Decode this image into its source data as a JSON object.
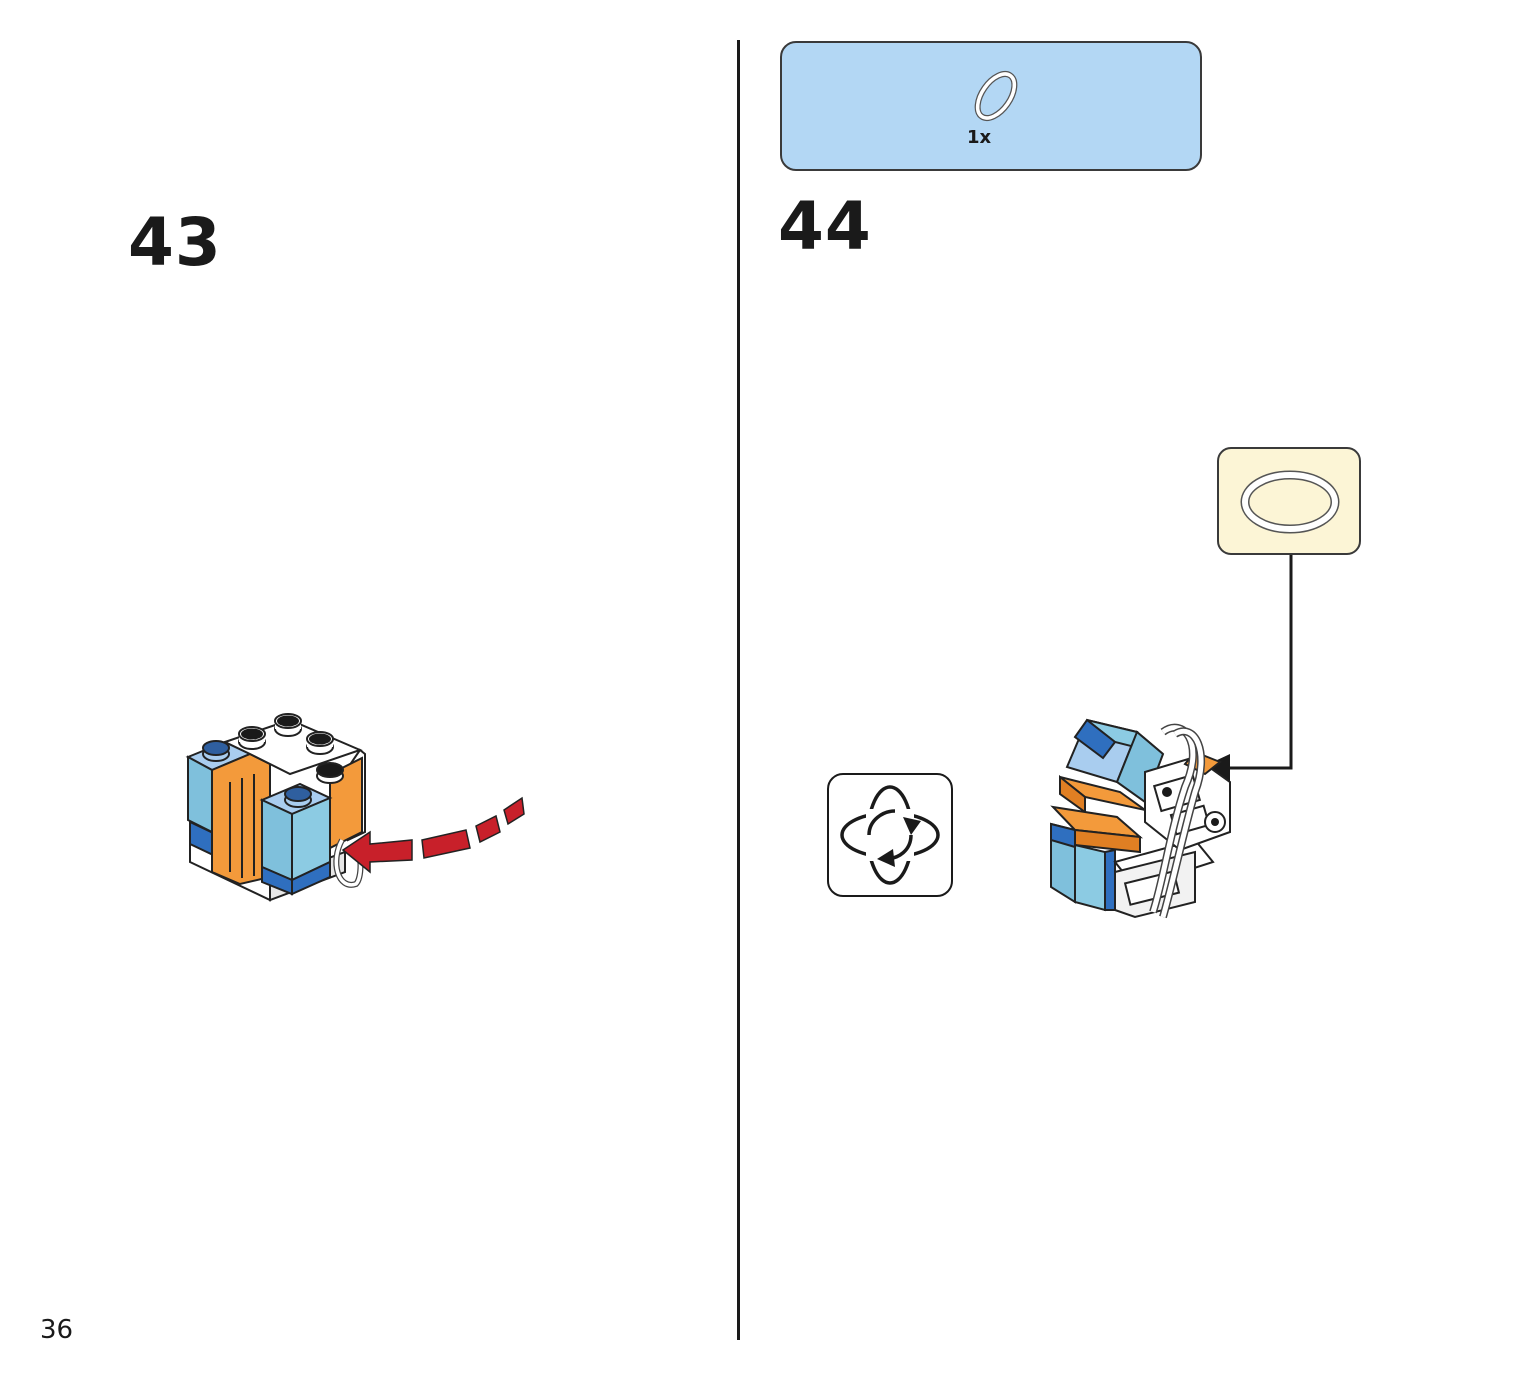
{
  "page": {
    "number": "36"
  },
  "steps": [
    {
      "number": "43"
    },
    {
      "number": "44"
    }
  ],
  "parts_list": {
    "items": [
      {
        "part": "ring-icon",
        "quantity": "1x"
      }
    ]
  },
  "callout": {
    "part": "ring-icon"
  },
  "icons": {
    "rotate": "rotate-model-icon",
    "arrow": "red-dashed-curved-arrow"
  },
  "colors": {
    "parts_box_bg": "#b3d7f4",
    "callout_bg": "#fcf5d6",
    "arrow_red": "#c8202a",
    "brick_light_blue": "#a9cdef",
    "brick_azure": "#7fc0dc",
    "brick_blue": "#2f6fbf",
    "brick_orange": "#f39a3b"
  }
}
